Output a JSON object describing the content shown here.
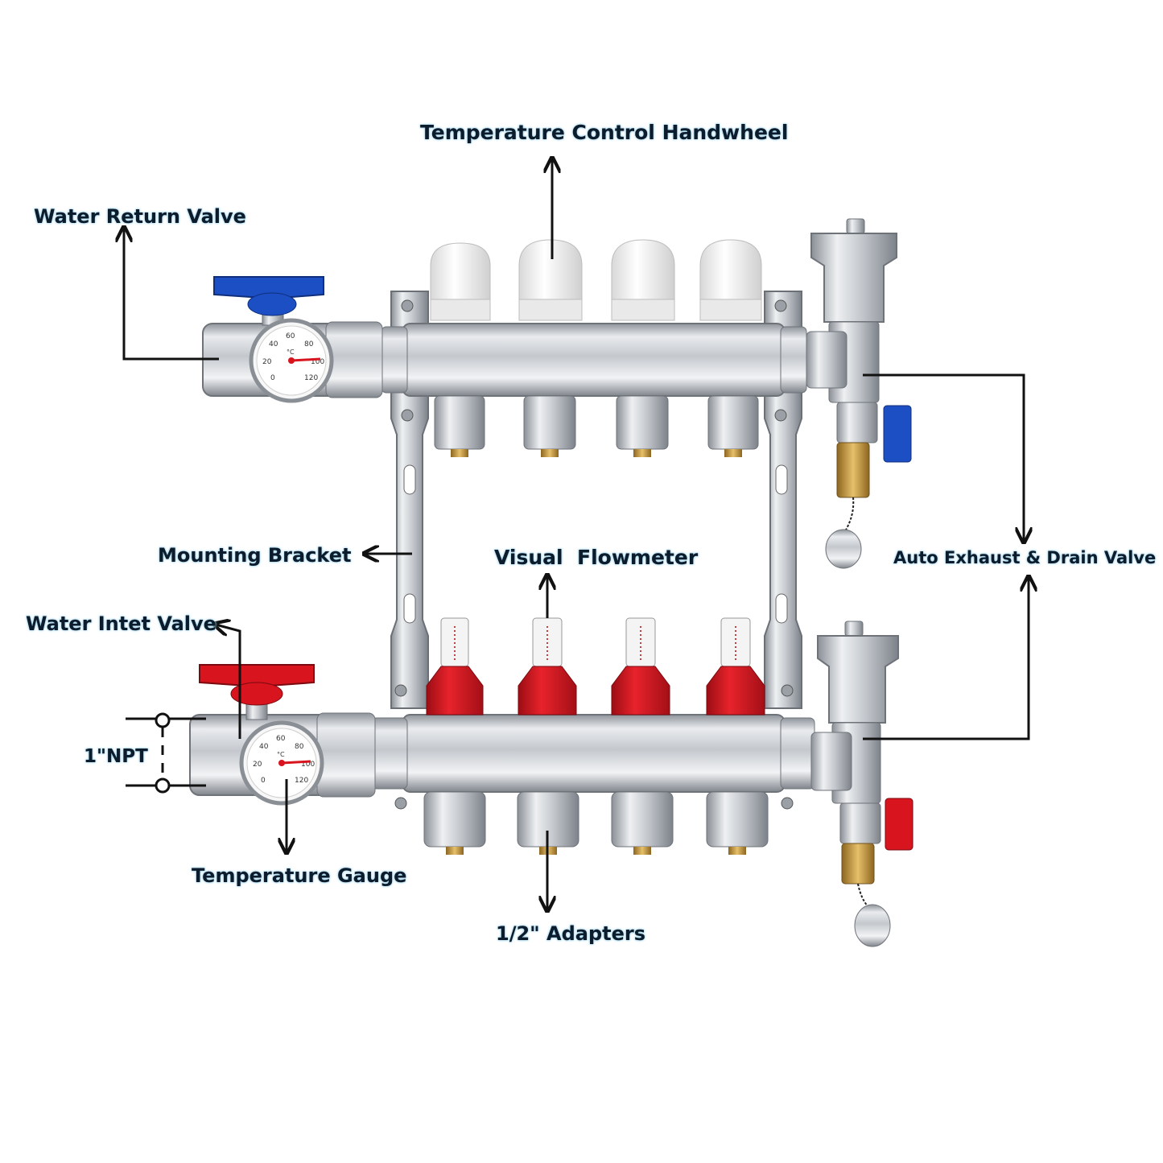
{
  "labels": {
    "temperature_control_handwheel": "Temperature Control Handwheel",
    "water_return_valve": "Water Return Valve",
    "mounting_bracket": "Mounting Bracket",
    "visual_flowmeter": "Visual  Flowmeter",
    "auto_exhaust_drain_valve": "Auto Exhaust & Drain Valve",
    "water_inlet_valve": "Water Intet Valve",
    "npt_size": "1\"NPT",
    "temperature_gauge": "Temperature Gauge",
    "adapters": "1/2\" Adapters"
  },
  "gauges": {
    "scale": [
      "0",
      "20",
      "40",
      "60",
      "80",
      "100",
      "120"
    ],
    "unit": "°C"
  },
  "colors": {
    "label_text": "#0c1c2c",
    "label_glow": "#9fd3ea",
    "return_handle": "#1c4fc4",
    "inlet_handle": "#d8141e",
    "flowmeter_red": "#d8141e",
    "handwheel_white": "#f2f2f2",
    "steel": "#c9ccd1",
    "brass": "#c99a3a"
  },
  "counts": {
    "loops": 4
  }
}
